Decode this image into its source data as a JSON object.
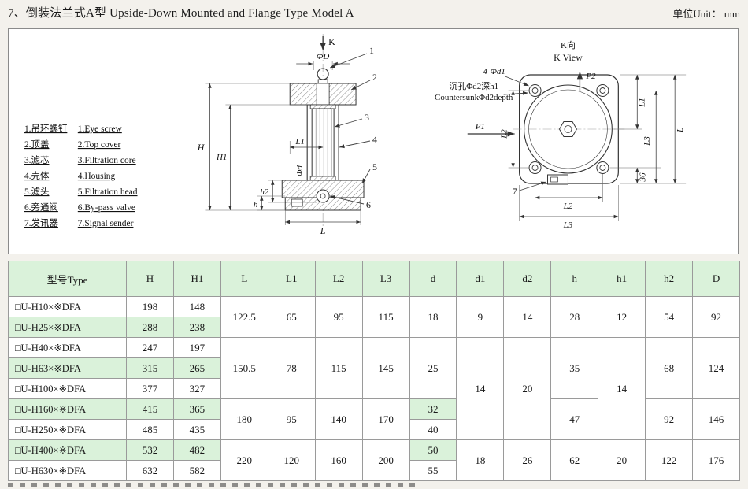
{
  "page": {
    "title": "7、倒装法兰式A型 Upside-Down Mounted and Flange Type Model A",
    "unit_label": "单位Unit： mm"
  },
  "colors": {
    "shade": "#daf2da",
    "line": "#333333"
  },
  "parts_list": [
    {
      "cn": "1.吊环螺钉",
      "en": "1.Eye screw"
    },
    {
      "cn": "2.顶盖",
      "en": "2.Top cover"
    },
    {
      "cn": "3.滤芯",
      "en": "3.Filtration core"
    },
    {
      "cn": "4.壳体",
      "en": "4.Housing"
    },
    {
      "cn": "5.滤头",
      "en": "5.Filtration head"
    },
    {
      "cn": "6.旁通阀",
      "en": "6.By-pass valve"
    },
    {
      "cn": "7.发讯器",
      "en": "7.Signal sender"
    }
  ],
  "front_view": {
    "k_arrow": "K",
    "dim_phiD": "ΦD",
    "dim_H": "H",
    "dim_H1": "H1",
    "dim_L1": "L1",
    "dim_phid": "Φd",
    "dim_h2": "h2",
    "dim_h": "h",
    "dim_L": "L",
    "callouts": [
      "1",
      "2",
      "3",
      "4",
      "5",
      "6"
    ]
  },
  "k_view": {
    "title_cn": "K向",
    "title_en": "K View",
    "holes_label": "4-Φd1",
    "countersunk_cn": "沉孔Φd2深h1",
    "countersunk_en": "CountersunkΦd2depth",
    "p1": "P1",
    "p2": "P2",
    "dim_L1": "L1",
    "dim_L3_right": "L3",
    "dim_L": "L",
    "dim_36": "36",
    "dim_L2_left": "L2",
    "dim_L2_bottom": "L2",
    "dim_L3_bottom": "L3",
    "callout7": "7"
  },
  "table": {
    "headers": [
      "型号Type",
      "H",
      "H1",
      "L",
      "L1",
      "L2",
      "L3",
      "d",
      "d1",
      "d2",
      "h",
      "h1",
      "h2",
      "D"
    ],
    "rows": [
      {
        "shaded": false,
        "cells": [
          {
            "text": "□U-H10×※DFA"
          },
          {
            "text": "198"
          },
          {
            "text": "148"
          },
          {
            "text": "122.5",
            "rowspan": 2
          },
          {
            "text": "65",
            "rowspan": 2
          },
          {
            "text": "95",
            "rowspan": 2
          },
          {
            "text": "115",
            "rowspan": 2
          },
          {
            "text": "18",
            "rowspan": 2
          },
          {
            "text": "9",
            "rowspan": 2
          },
          {
            "text": "14",
            "rowspan": 2
          },
          {
            "text": "28",
            "rowspan": 2
          },
          {
            "text": "12",
            "rowspan": 2
          },
          {
            "text": "54",
            "rowspan": 2
          },
          {
            "text": "92",
            "rowspan": 2
          }
        ]
      },
      {
        "shaded": true,
        "cells": [
          {
            "text": "□U-H25×※DFA"
          },
          {
            "text": "288"
          },
          {
            "text": "238"
          }
        ]
      },
      {
        "shaded": false,
        "cells": [
          {
            "text": "□U-H40×※DFA"
          },
          {
            "text": "247"
          },
          {
            "text": "197"
          },
          {
            "text": "150.5",
            "rowspan": 3
          },
          {
            "text": "78",
            "rowspan": 3
          },
          {
            "text": "115",
            "rowspan": 3
          },
          {
            "text": "145",
            "rowspan": 3
          },
          {
            "text": "25",
            "rowspan": 3
          },
          {
            "text": "14",
            "rowspan": 5
          },
          {
            "text": "20",
            "rowspan": 5
          },
          {
            "text": "35",
            "rowspan": 3
          },
          {
            "text": "14",
            "rowspan": 5
          },
          {
            "text": "68",
            "rowspan": 3
          },
          {
            "text": "124",
            "rowspan": 3
          }
        ]
      },
      {
        "shaded": true,
        "cells": [
          {
            "text": "□U-H63×※DFA"
          },
          {
            "text": "315"
          },
          {
            "text": "265"
          }
        ]
      },
      {
        "shaded": false,
        "cells": [
          {
            "text": "□U-H100×※DFA"
          },
          {
            "text": "377"
          },
          {
            "text": "327"
          }
        ]
      },
      {
        "shaded": true,
        "cells": [
          {
            "text": "□U-H160×※DFA"
          },
          {
            "text": "415"
          },
          {
            "text": "365"
          },
          {
            "text": "180",
            "rowspan": 2
          },
          {
            "text": "95",
            "rowspan": 2
          },
          {
            "text": "140",
            "rowspan": 2
          },
          {
            "text": "170",
            "rowspan": 2
          },
          {
            "text": "32"
          },
          {
            "text": "47",
            "rowspan": 2
          },
          {
            "text": "92",
            "rowspan": 2
          },
          {
            "text": "146",
            "rowspan": 2
          }
        ]
      },
      {
        "shaded": false,
        "cells": [
          {
            "text": "□U-H250×※DFA"
          },
          {
            "text": "485"
          },
          {
            "text": "435"
          },
          {
            "text": "40"
          }
        ]
      },
      {
        "shaded": true,
        "cells": [
          {
            "text": "□U-H400×※DFA"
          },
          {
            "text": "532"
          },
          {
            "text": "482"
          },
          {
            "text": "220",
            "rowspan": 2
          },
          {
            "text": "120",
            "rowspan": 2
          },
          {
            "text": "160",
            "rowspan": 2
          },
          {
            "text": "200",
            "rowspan": 2
          },
          {
            "text": "50"
          },
          {
            "text": "18",
            "rowspan": 2
          },
          {
            "text": "26",
            "rowspan": 2
          },
          {
            "text": "62",
            "rowspan": 2
          },
          {
            "text": "20",
            "rowspan": 2
          },
          {
            "text": "122",
            "rowspan": 2
          },
          {
            "text": "176",
            "rowspan": 2
          }
        ]
      },
      {
        "shaded": false,
        "cells": [
          {
            "text": "□U-H630×※DFA"
          },
          {
            "text": "632"
          },
          {
            "text": "582"
          },
          {
            "text": "55"
          }
        ]
      }
    ]
  }
}
